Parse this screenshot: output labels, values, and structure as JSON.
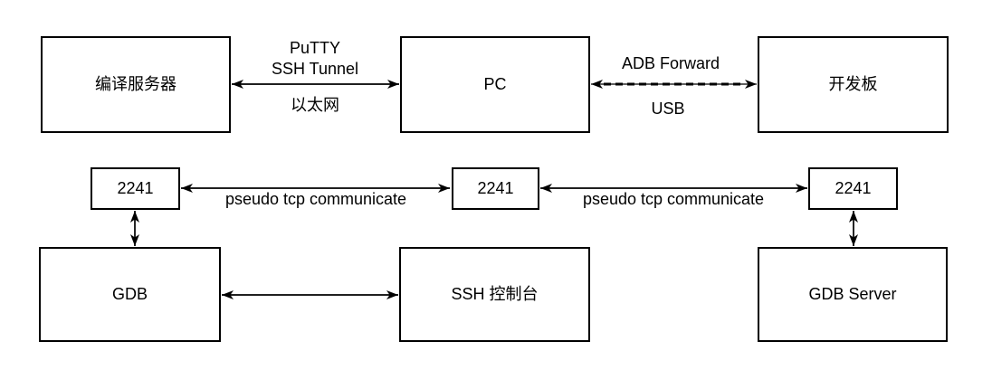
{
  "diagram": {
    "colors": {
      "stroke": "#000000",
      "node_fill": "#ffffff",
      "text": "#000000",
      "background": "#ffffff"
    },
    "nodes": {
      "compile_server": "编译服务器",
      "pc": "PC",
      "dev_board": "开发板",
      "port_left": "2241",
      "port_middle": "2241",
      "port_right": "2241",
      "gdb": "GDB",
      "ssh_console": "SSH 控制台",
      "gdb_server": "GDB Server"
    },
    "edges": {
      "compile_pc": {
        "from": "compile_server",
        "to": "pc",
        "style": "solid-double-arrow",
        "label_line1": "PuTTY",
        "label_line2": "SSH Tunnel",
        "label_below": "以太网"
      },
      "pc_board": {
        "from": "pc",
        "to": "dev_board",
        "style": "solid-with-dashed-overlay-double-arrow",
        "label_above": "ADB Forward",
        "label_below": "USB"
      },
      "tcp_left": {
        "from": "port_left",
        "to": "port_middle",
        "style": "solid-double-arrow",
        "label": "pseudo tcp communicate"
      },
      "tcp_right": {
        "from": "port_middle",
        "to": "port_right",
        "style": "solid-double-arrow",
        "label": "pseudo tcp communicate"
      },
      "gdb_port_left": {
        "from": "gdb",
        "to": "port_left",
        "style": "solid-double-arrow"
      },
      "gdbserver_port_right": {
        "from": "gdb_server",
        "to": "port_right",
        "style": "solid-double-arrow"
      },
      "gdb_ssh_console": {
        "from": "gdb",
        "to": "ssh_console",
        "style": "solid-double-arrow"
      }
    }
  }
}
